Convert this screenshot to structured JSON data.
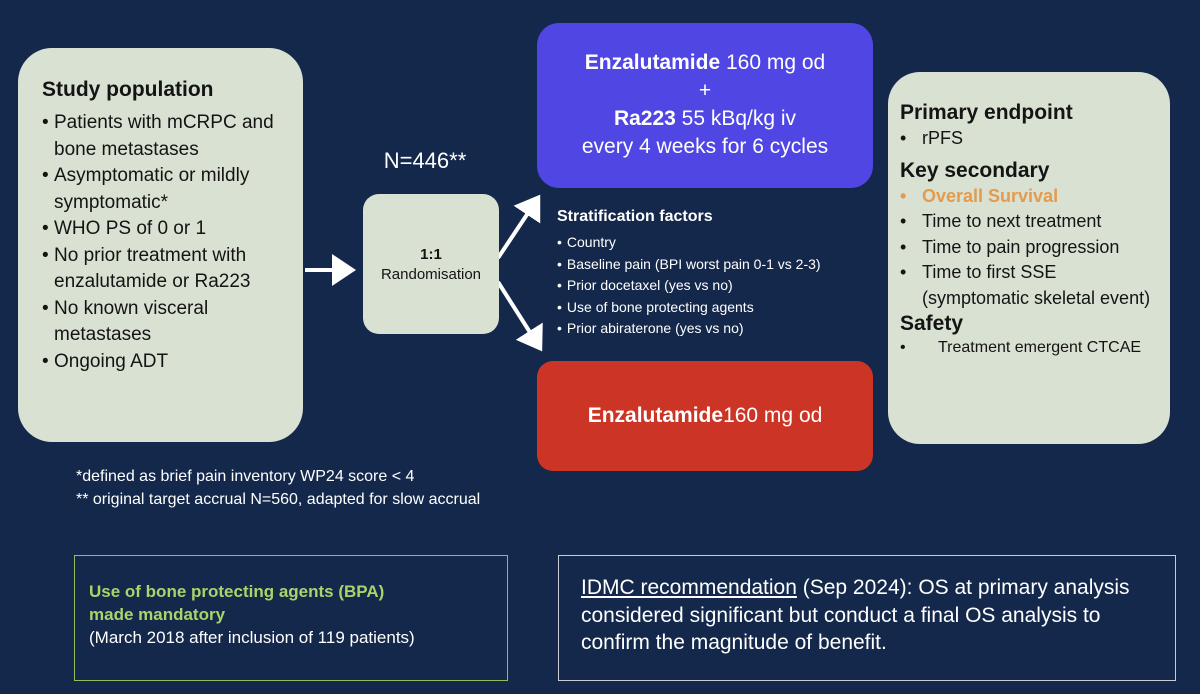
{
  "study_population": {
    "title": "Study population",
    "items": [
      "Patients with mCRPC and bone metastases",
      "Asymptomatic or mildly symptomatic*",
      "WHO PS of 0 or 1",
      "No prior treatment with enzalutamide or Ra223",
      "No known visceral metastases",
      "Ongoing ADT"
    ]
  },
  "sample_size": "N=446**",
  "randomisation": {
    "ratio": "1:1",
    "label": "Randomisation"
  },
  "arm_combination": {
    "drug1": "Enzalutamide",
    "dose1": " 160 mg od",
    "plus": "+",
    "drug2": "Ra223",
    "dose2": " 55 kBq/kg iv",
    "schedule": "every 4 weeks for 6 cycles"
  },
  "arm_control": {
    "drug": "Enzalutamide",
    "dose": " 160 mg od"
  },
  "stratification": {
    "title": "Stratification factors",
    "items": [
      "Country",
      "Baseline pain (BPI worst pain 0-1 vs 2-3)",
      "Prior docetaxel (yes vs no)",
      "Use of bone protecting agents",
      "Prior abiraterone (yes vs no)"
    ]
  },
  "endpoints": {
    "primary_title": "Primary endpoint",
    "primary_items": [
      "rPFS"
    ],
    "secondary_title": "Key secondary",
    "secondary_items": [
      "Overall Survival",
      "Time to next treatment",
      "Time to pain progression",
      "Time to first SSE (symptomatic skeletal event)"
    ],
    "safety_title": "Safety",
    "safety_items": [
      "Treatment emergent CTCAE"
    ]
  },
  "footnotes": {
    "note1": "*defined as brief pain inventory WP24 score < 4",
    "note2": "** original target accrual N=560, adapted for slow accrual"
  },
  "bpa_box": {
    "line1": "Use of bone protecting agents (BPA)",
    "line2": "made mandatory",
    "line3": "(March 2018 after inclusion of 119 patients)"
  },
  "idmc_box": {
    "link": "IDMC recommendation",
    "text": " (Sep 2024): OS at primary analysis considered significant but conduct a final OS analysis to confirm the magnitude of benefit."
  },
  "colors": {
    "background": "#14284b",
    "panel": "#d9e1d2",
    "combo_arm": "#4f46e3",
    "control_arm": "#cc3526",
    "highlight_orange": "#e49a4f",
    "highlight_green": "#a9d46a"
  }
}
